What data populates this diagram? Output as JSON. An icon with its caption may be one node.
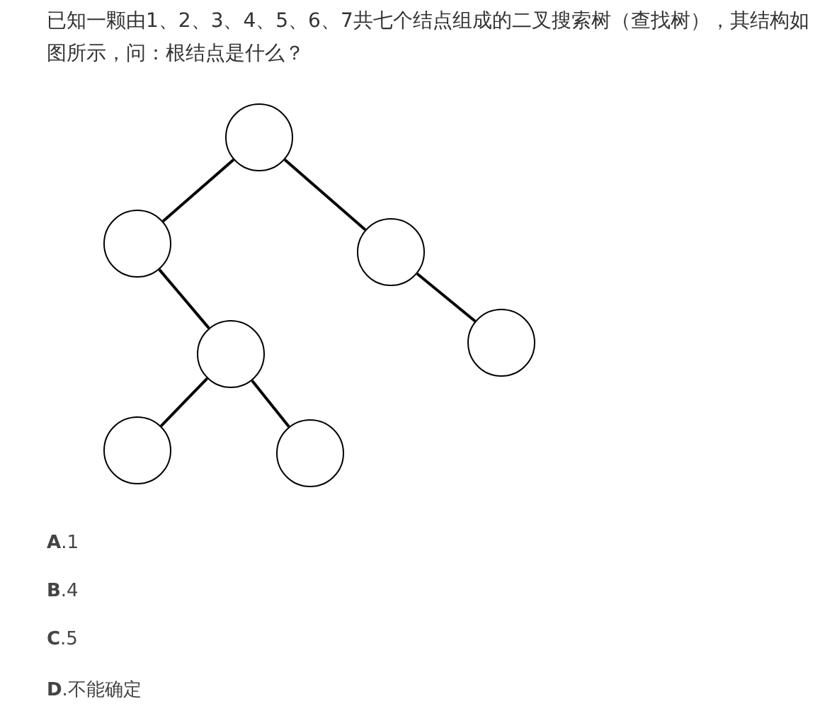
{
  "diagram": {
    "title": "已知一颗由1、2、3、4、5、6、7共七个结点组成的二叉搜索树（查找树），其结构如图所示，问：根结点是什么？",
    "nodes": [
      {
        "text": [],
        "shape": "circle"
      },
      {
        "text": [],
        "shape": "circle"
      },
      {
        "text": [],
        "shape": "circle"
      },
      {
        "text": [],
        "shape": "circle"
      },
      {
        "text": [],
        "shape": "circle"
      },
      {
        "text": [],
        "shape": "circle"
      },
      {
        "text": [],
        "shape": "circle"
      }
    ],
    "edges": [
      {
        "from": 0,
        "to": 1,
        "arrow": "none"
      },
      {
        "from": 0,
        "to": 2,
        "arrow": "none"
      },
      {
        "from": 1,
        "to": 3,
        "arrow": "none"
      },
      {
        "from": 2,
        "to": 4,
        "arrow": "none"
      },
      {
        "from": 3,
        "to": 5,
        "arrow": "none"
      },
      {
        "from": 3,
        "to": 6,
        "arrow": "none"
      }
    ],
    "labels": [
      "**A**.1",
      "**B**.4",
      "**C**.5",
      "**D**.不能确定"
    ]
  }
}
